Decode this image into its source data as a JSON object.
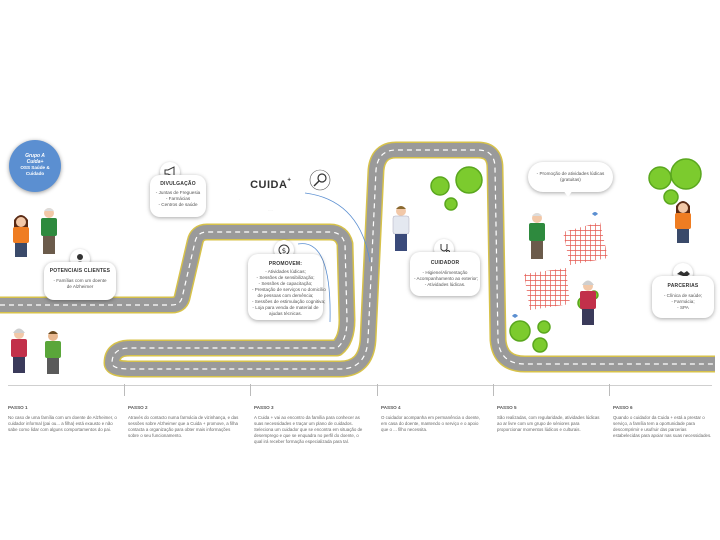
{
  "badge": {
    "line1": "Grupo A",
    "line2": "Cuida+",
    "line3": "OSS Saúde & Cuidado"
  },
  "logo": {
    "text": "CUIDA",
    "sup": "+"
  },
  "cards": {
    "potenciais": {
      "title": "POTENCIAIS CLIENTES",
      "lines": [
        "- Famílias com um doente",
        "de Alzheimer"
      ]
    },
    "divulgacao": {
      "title": "DIVULGAÇÃO",
      "lines": [
        "- Juntas de Freguesia",
        "- Farmácias",
        "- Centros de saúde"
      ]
    },
    "promovem": {
      "title": "PROMOVEM:",
      "lines": [
        "- Atividades lúdicas;",
        "- Sessões de sensibilização;",
        "- Sessões de capacitação;",
        "- Prestação de serviços no domicílio",
        "de pessoas com demência;",
        "- Sessões de estimulação cognitiva;",
        "- Loja para venda de material de",
        "ajudas técnicas."
      ]
    },
    "cuidador": {
      "title": "CUIDADOR",
      "lines": [
        "- Higiene/Alimentação",
        "- Acompanhamento ao exterior;",
        "- Atividades lúdicas."
      ]
    },
    "parcerias": {
      "title": "PARCERIAS",
      "lines": [
        "- Clínica de saúde;",
        "- Farmácia;",
        "- SPA"
      ]
    }
  },
  "bubble": {
    "lines": [
      "- Promoção de atividades lúdicas",
      "(gratuitas)"
    ]
  },
  "steps": [
    {
      "label": "PASSO 1",
      "text": "No caso de uma família com um doente de Alzheimer, o cuidador informal (pai ou... a filha) está exausto e não sabe como lidar com alguns comportamentos do pai."
    },
    {
      "label": "PASSO 2",
      "text": "Através do contacto numa farmácia de vizinhança, e das sessões sobre Alzheimer que a Cuida + promove, a filha contacta a organização para obter mais informações sobre o seu funcionamento."
    },
    {
      "label": "PASSO 3",
      "text": "A Cuida + vai ao encontro da família para conhecer as suas necessidades e traçar um plano de cuidados. Seleciona um cuidador que se encontra em situação de desemprego e que se enquadra no perfil do doente, o qual irá receber formação especializada para tal."
    },
    {
      "label": "PASSO 4",
      "text": "O cuidador acompanha em permanência o doente, em casa do doente, mantendo o serviço e o apoio que o ... filho necessita."
    },
    {
      "label": "PASSO 5",
      "text": "São realizadas, com regularidade, atividades lúdicas ao ar livre com um grupo de séniores para proporcionar momentos lúdicos e culturais."
    },
    {
      "label": "PASSO 6",
      "text": "Quando o cuidador da Cuida + está a prestar o serviço, a família tem a oportunidade para descomprimir e usufruir das parcerias estabelecidas para apoiar nas suas necessidades."
    }
  ],
  "colors": {
    "road": "#9a9a9a",
    "road_edge": "#d7c24a",
    "green": "#7ccb2e",
    "badge": "#5b8fd1",
    "grid": "#e4574f"
  }
}
